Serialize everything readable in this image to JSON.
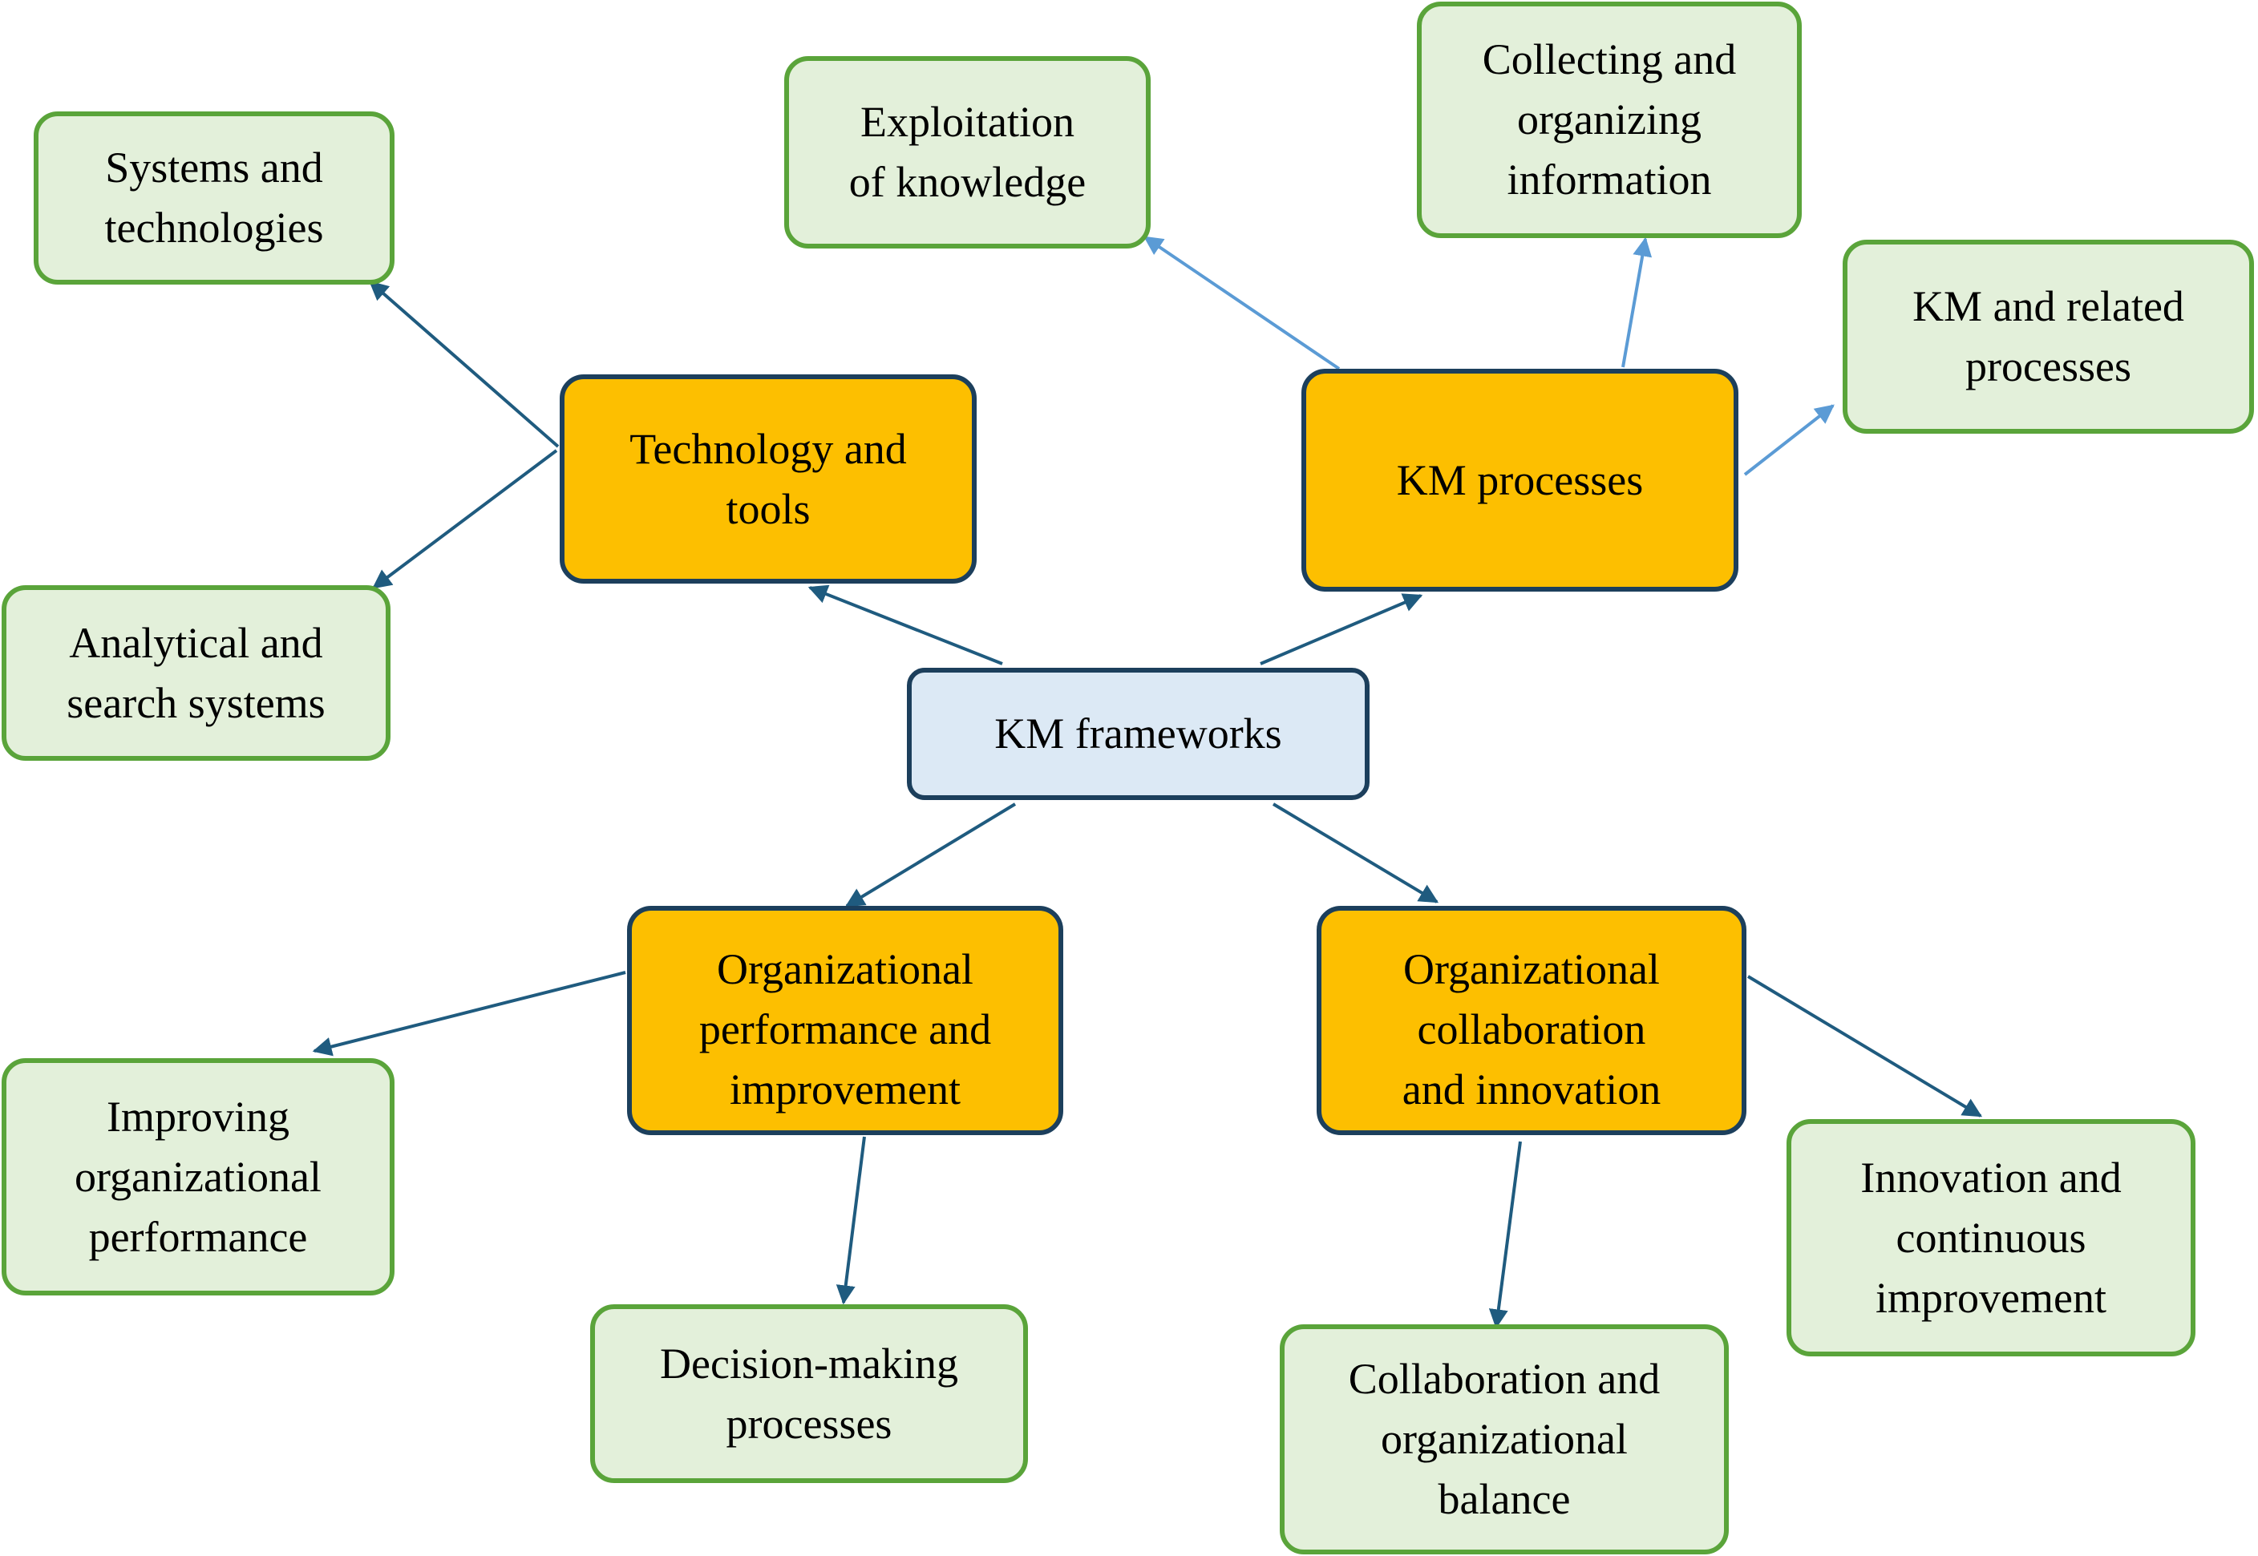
{
  "diagram": {
    "center": {
      "label": "KM frameworks"
    },
    "branches": {
      "technology": {
        "label": "Technology and\ntools",
        "children": {
          "systems": "Systems and\ntechnologies",
          "analytical": "Analytical and\nsearch systems"
        }
      },
      "processes": {
        "label": "KM processes",
        "children": {
          "exploitation": "Exploitation\nof knowledge",
          "collecting": "Collecting and\norganizing\ninformation",
          "related": "KM and related\nprocesses"
        }
      },
      "performance": {
        "label": "Organizational\nperformance and\nimprovement",
        "children": {
          "improving": "Improving\norganizational\nperformance",
          "decision": "Decision-making\nprocesses"
        }
      },
      "collaboration": {
        "label": "Organizational\ncollaboration\nand innovation",
        "children": {
          "balance": "Collaboration and\norganizational\nbalance",
          "innovation": "Innovation and\ncontinuous\nimprovement"
        }
      }
    },
    "colors": {
      "center_fill": "#dce9f5",
      "branch_fill": "#fdbf00",
      "leaf_fill": "#e3f0da",
      "dark_border": "#1c3f5c",
      "leaf_border": "#5aa43a",
      "arrow_dark": "#1f5b7f",
      "arrow_light": "#5b9bd5"
    }
  }
}
